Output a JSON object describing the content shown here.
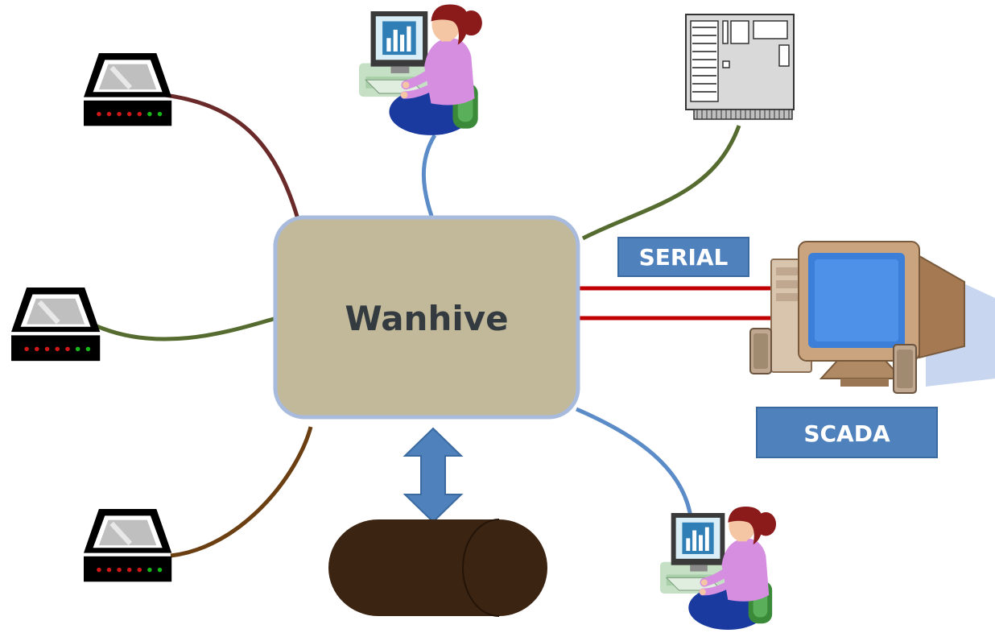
{
  "hub": {
    "label": "Wanhive"
  },
  "links": {
    "serial_label": "SERIAL"
  },
  "devices": {
    "scada_label": "SCADA"
  },
  "colors": {
    "hub_fill": "#c2b99a",
    "hub_border": "#a9bbdc",
    "tag_fill": "#4f81bd",
    "link_blue": "#5b8cc8",
    "link_olive": "#556b2f",
    "link_maroon": "#6b2a2a",
    "link_brown": "#6b3f12",
    "serial_red": "#c00000",
    "database": "#3b2412"
  },
  "icons": [
    "modem-icon",
    "workstation-user-icon",
    "server-board-icon",
    "desktop-computer-icon",
    "database-icon",
    "bidirectional-arrow-icon"
  ]
}
